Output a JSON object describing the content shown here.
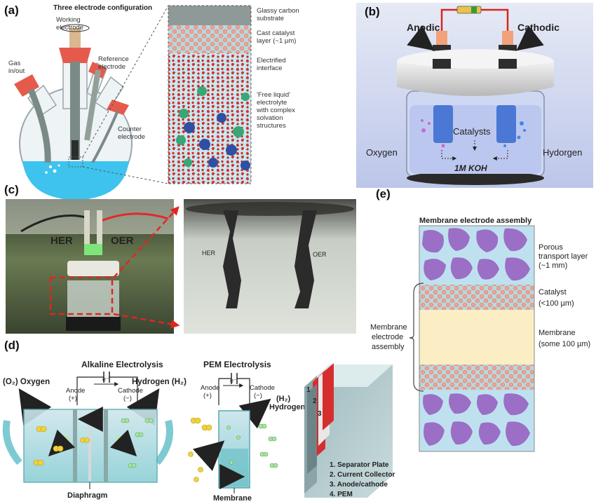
{
  "panels": {
    "a": {
      "label": "(a)",
      "title": "Three electrode configuration",
      "working": [
        "Working",
        "electrode"
      ],
      "gas": [
        "Gas",
        "in/out"
      ],
      "reference": [
        "Reference",
        "electrode"
      ],
      "counter": [
        "Counter",
        "electrode"
      ],
      "layers": {
        "substrate": [
          "Glassy carbon",
          "substrate"
        ],
        "catalyst": [
          "Cast catalyst",
          "layer (~1 µm)"
        ],
        "interface": [
          "Electrified",
          "interface"
        ],
        "electrolyte": [
          "'Free liquid'",
          "electrolyte",
          "with complex",
          "solvation",
          "structures"
        ]
      }
    },
    "b": {
      "label": "(b)",
      "anodic": "Anodic",
      "cathodic": "Cathodic",
      "catalysts": "Catalysts",
      "oxygen": "Oxygen",
      "hydrogen": "Hydorgen",
      "koh": "1M KOH"
    },
    "c": {
      "label": "(c)",
      "her": "HER",
      "oer": "OER",
      "her_zoom": "HER",
      "oer_zoom": "OER"
    },
    "d": {
      "label": "(d)",
      "alk_title": "Alkaline Electrolysis",
      "oxygen": "(O₂) Oxygen",
      "hydrogen": "Hydrogen (H₂)",
      "electron": "e⁻",
      "anode": "Anode",
      "anode_sign": "(+)",
      "cathode": "Cathode",
      "cathode_sign": "(−)",
      "diaphragm": "Diaphragm",
      "pem_title": "PEM Electrolysis",
      "pem_h2": "(H₂)",
      "pem_hydrogen": "Hydrogen",
      "membrane": "Membrane",
      "layer_nums": [
        "1",
        "2",
        "3"
      ],
      "legend": [
        "1.  Separator Plate",
        "2.  Current Collector",
        "3.  Anode/cathode",
        "4.  PEM"
      ]
    },
    "e": {
      "label": "(e)",
      "title": "Membrane electrode assembly",
      "porous": [
        "Porous",
        "transport layer",
        "(~1 mm)"
      ],
      "catalyst": [
        "Catalyst",
        "(<100 µm)"
      ],
      "membrane": [
        "Membrane",
        "(some 100 µm)"
      ],
      "mea": [
        "Membrane",
        "electrode",
        "assembly"
      ]
    }
  },
  "colors": {
    "electrolyte_blue": "#5cc8ef",
    "water_red": "#d8322a",
    "catalyst_pink": "#f2a090",
    "membrane_yellow": "#fbedc4",
    "blob_purple": "#9b6fc6",
    "pem_red": "#d62e2e",
    "cell_teal": "#7ecad2"
  }
}
